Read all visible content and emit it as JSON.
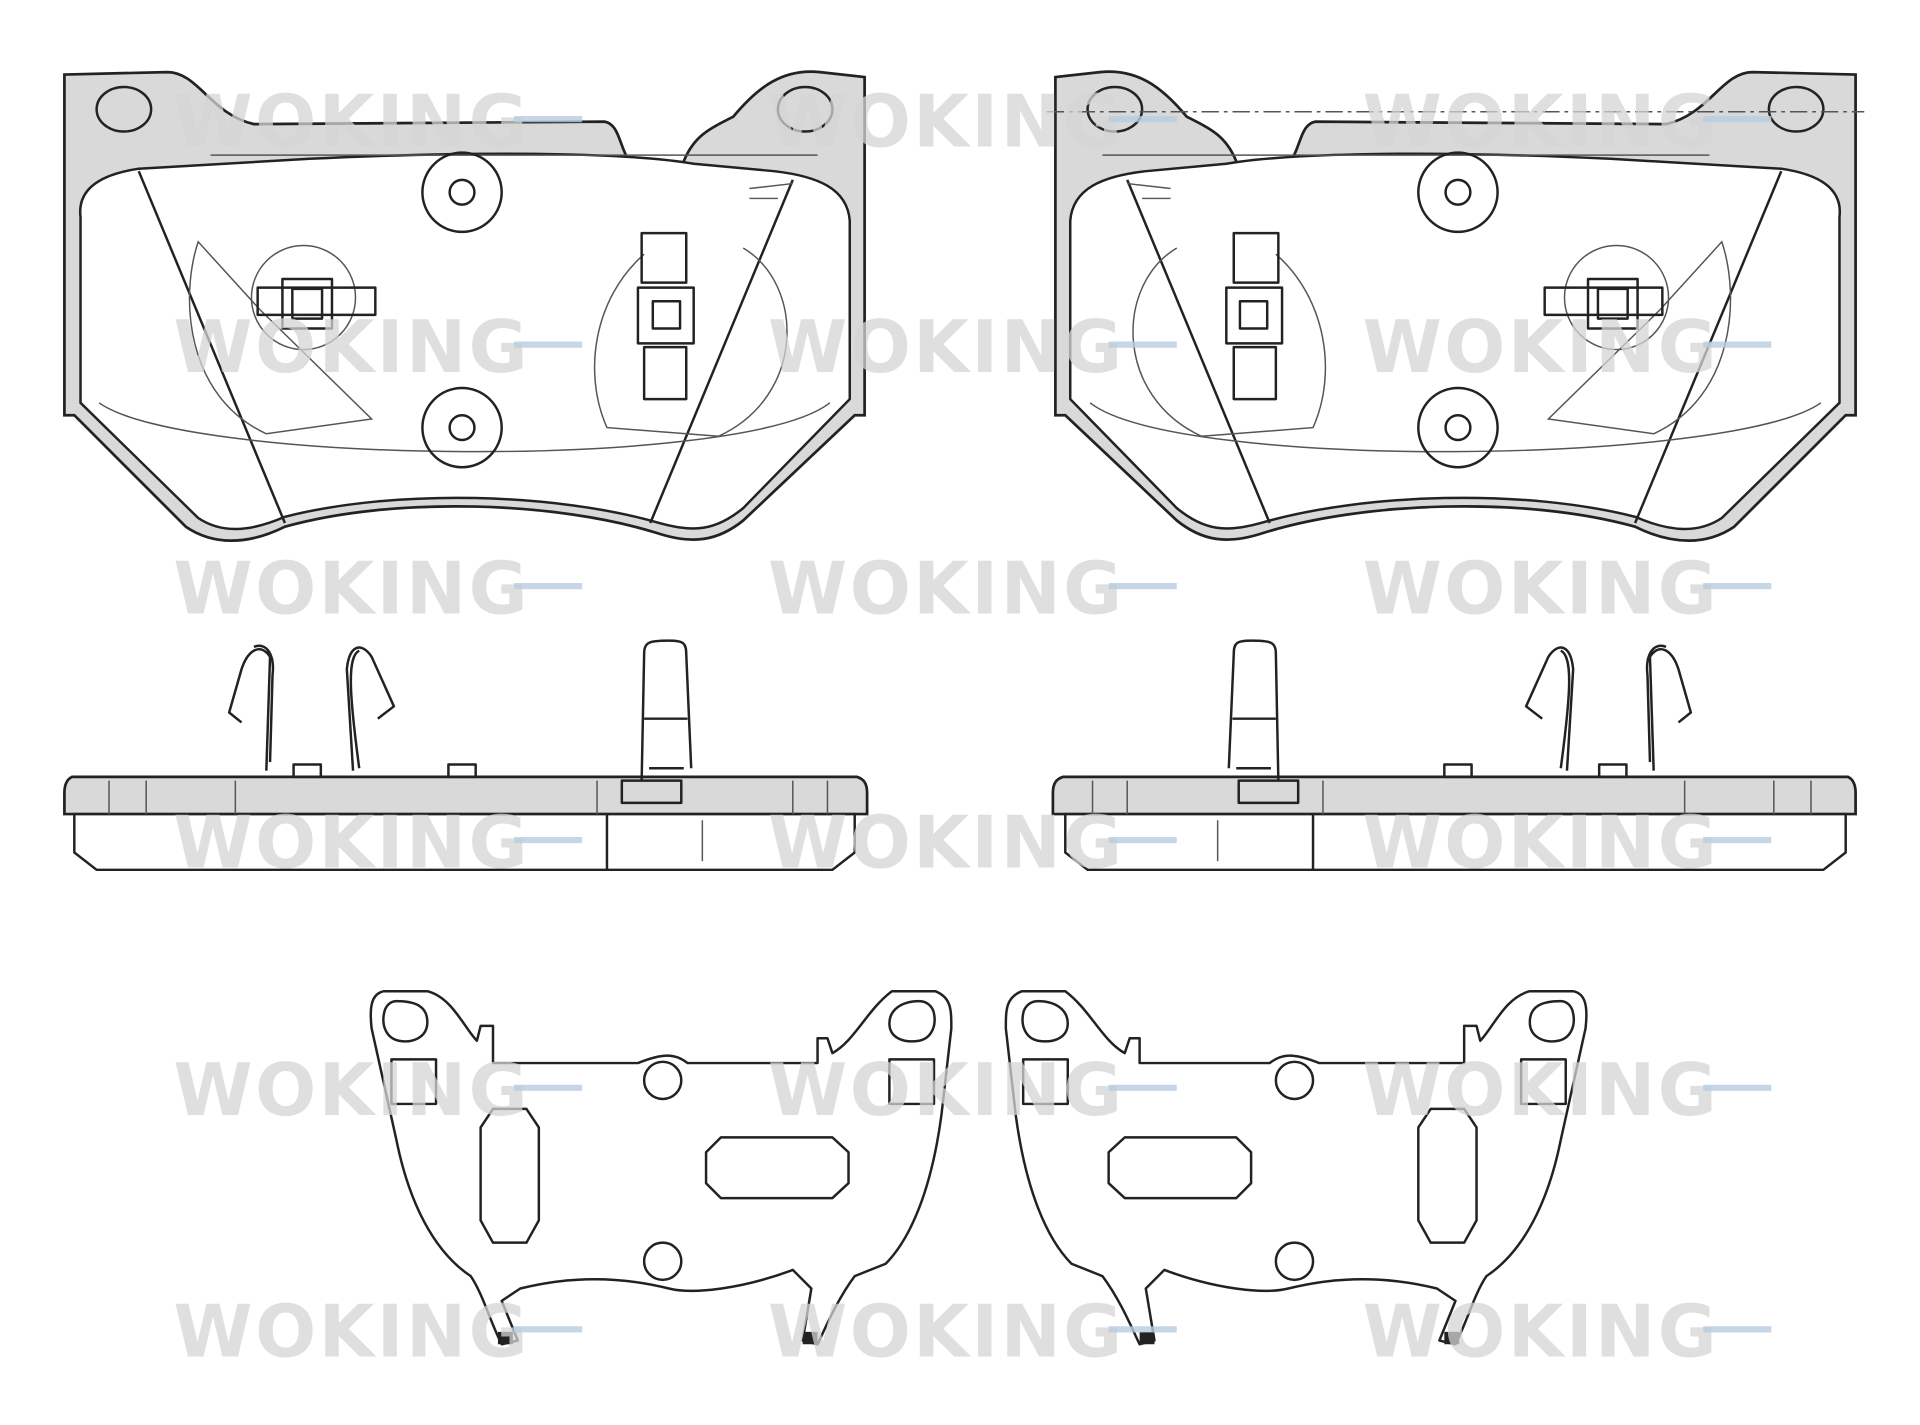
{
  "watermark": {
    "text": "WOKING"
  },
  "drawing": {
    "views": [
      "pad-front-left",
      "pad-front-right",
      "pad-side-left",
      "pad-side-right",
      "shim-left",
      "shim-right"
    ]
  }
}
